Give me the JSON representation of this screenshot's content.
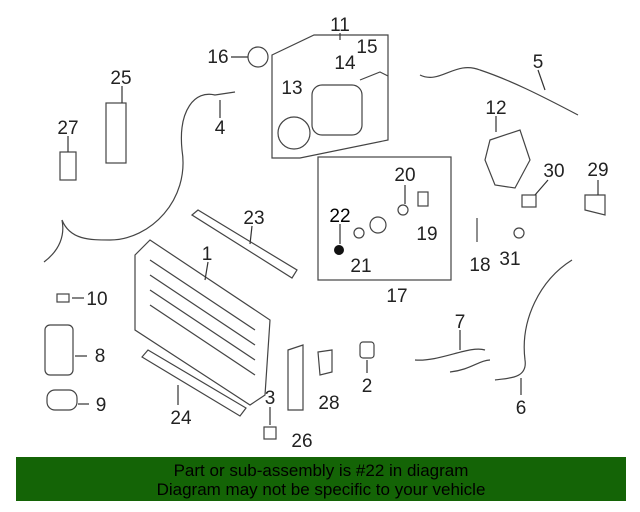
{
  "diagram": {
    "highlighted_part": "22",
    "callouts": [
      "1",
      "2",
      "3",
      "4",
      "5",
      "6",
      "7",
      "8",
      "9",
      "10",
      "11",
      "12",
      "13",
      "14",
      "15",
      "16",
      "17",
      "18",
      "19",
      "20",
      "21",
      "22",
      "23",
      "24",
      "25",
      "26",
      "27",
      "28",
      "29",
      "30",
      "31"
    ]
  },
  "banner": {
    "line1": "Part or sub-assembly is #22 in diagram",
    "line2": "Diagram may not be specific to your vehicle",
    "background": "#146406"
  }
}
